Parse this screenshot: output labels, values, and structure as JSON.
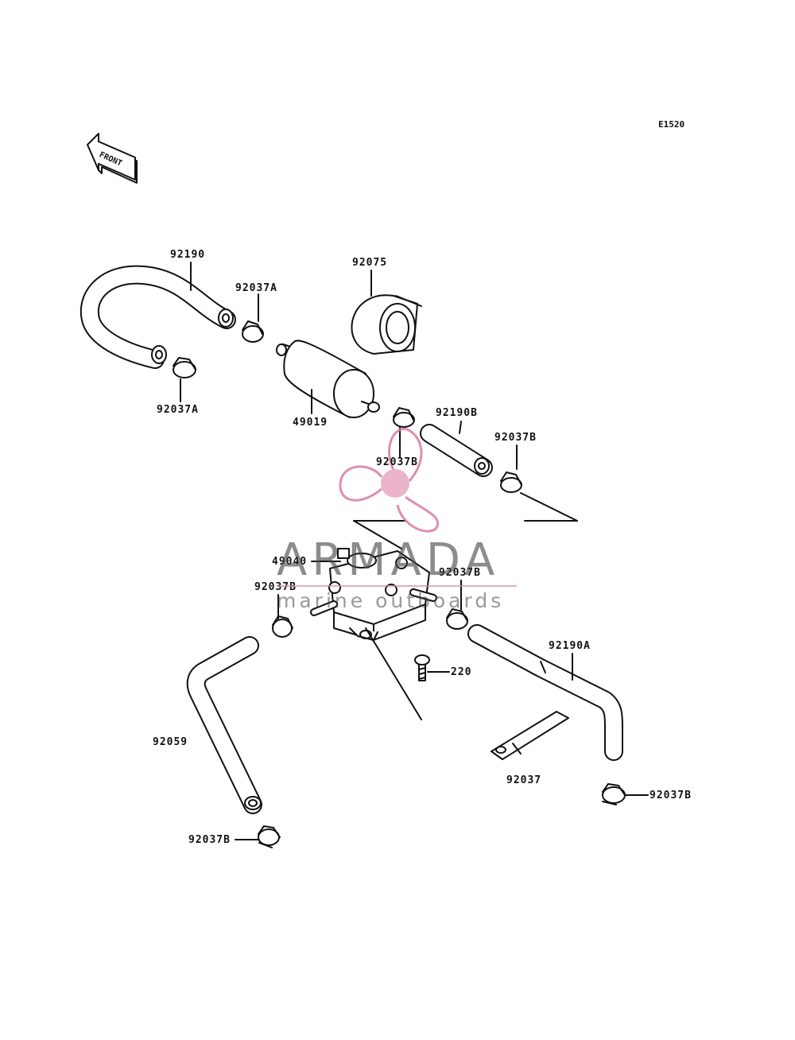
{
  "diagram_code": "E1520",
  "front_marker": "FRONT",
  "parts": {
    "p92190": "92190",
    "p92037A_top": "92037A",
    "p92075": "92075",
    "p92037A_bottom": "92037A",
    "p49019": "49019",
    "p92190B": "92190B",
    "p92037B_a": "92037B",
    "p92037B_b": "92037B",
    "p49040": "49040",
    "p92037B_c": "92037B",
    "p92037B_d": "92037B",
    "p220": "220",
    "p92190A": "92190A",
    "p92059": "92059",
    "p92037": "92037",
    "p92037B_e": "92037B",
    "p92037B_f": "92037B"
  },
  "watermark": {
    "brand": "ARMADA",
    "tagline": "marine outboards",
    "accent_color": "#d67ca3"
  }
}
